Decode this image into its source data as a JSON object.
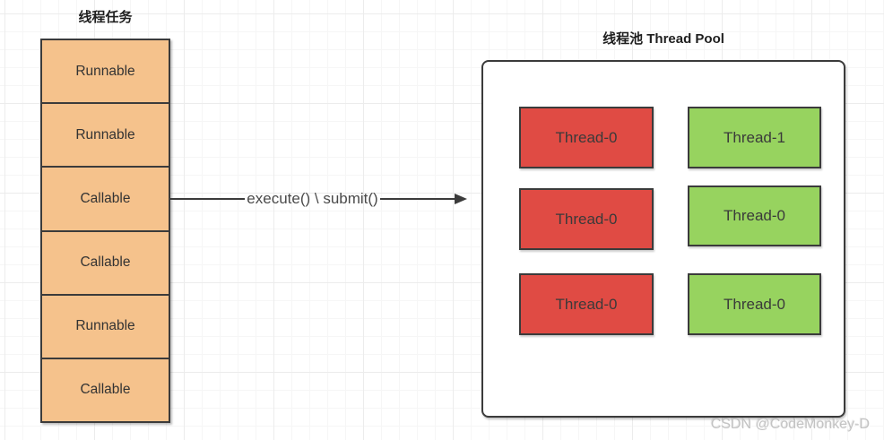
{
  "tasks": {
    "title": "线程任务",
    "items": [
      "Runnable",
      "Runnable",
      "Callable",
      "Callable",
      "Runnable",
      "Callable"
    ]
  },
  "arrow": {
    "label": "execute() \\ submit()"
  },
  "pool": {
    "title": "线程池 Thread Pool",
    "threads": [
      {
        "label": "Thread-0",
        "color": "red"
      },
      {
        "label": "Thread-1",
        "color": "green"
      },
      {
        "label": "Thread-0",
        "color": "red"
      },
      {
        "label": "Thread-0",
        "color": "green"
      },
      {
        "label": "Thread-0",
        "color": "red"
      },
      {
        "label": "Thread-0",
        "color": "green"
      }
    ]
  },
  "watermark": "CSDN @CodeMonkey-D",
  "colors": {
    "task_fill": "#f5c28c",
    "red_fill": "#e04b44",
    "green_fill": "#97d35f",
    "shape_border": "#3b3b3b",
    "grid_minor": "#f6f6f6",
    "grid_major": "#ececec"
  }
}
